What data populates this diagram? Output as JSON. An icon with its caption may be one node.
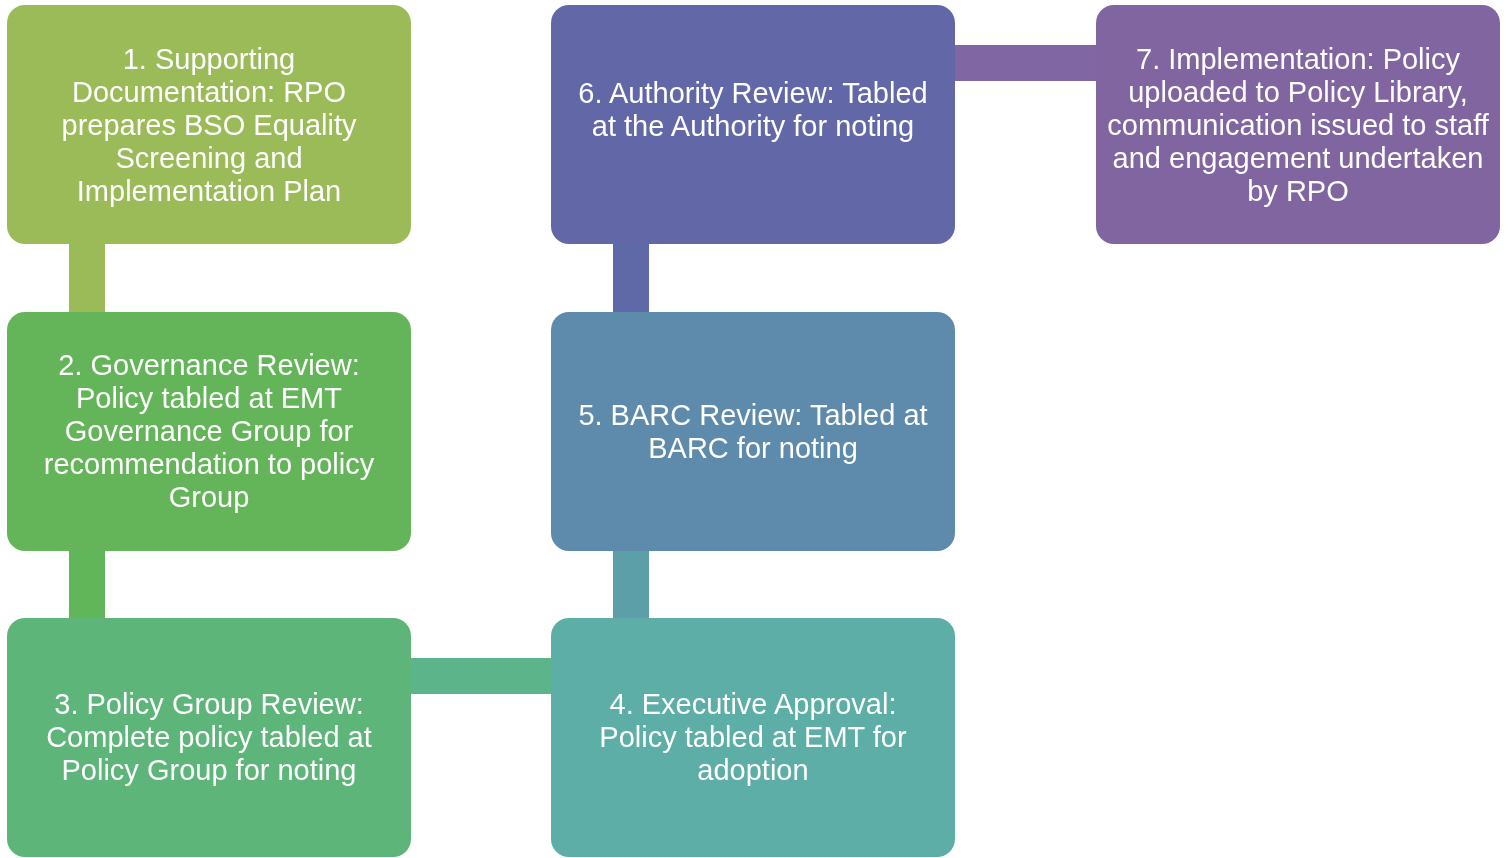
{
  "diagram": {
    "nodes": [
      {
        "text": [
          "1. Supporting Documentation: RPO prepares BSO Equality Screening and Implementation Plan"
        ]
      },
      {
        "text": [
          "2. Governance Review: Policy tabled at EMT Governance Group for recommendation to policy Group"
        ]
      },
      {
        "text": [
          "3. Policy Group Review: Complete policy tabled at Policy Group for noting"
        ]
      },
      {
        "text": [
          "4. Executive Approval: Policy tabled at EMT for adoption"
        ]
      },
      {
        "text": [
          "5. BARC Review: Tabled at BARC for noting"
        ]
      },
      {
        "text": [
          "6. Authority Review: Tabled at the Authority for noting"
        ]
      },
      {
        "text": [
          "7. Implementation: Policy uploaded to Policy Library, communication issued to staff and engagement undertaken by RPO"
        ]
      }
    ],
    "edges": [
      {
        "from": 0,
        "to": 1,
        "arrow": "none",
        "color": "#9bbb59"
      },
      {
        "from": 1,
        "to": 2,
        "arrow": "none",
        "color": "#62b65a"
      },
      {
        "from": 2,
        "to": 3,
        "arrow": "none",
        "color": "#5cb58a"
      },
      {
        "from": 3,
        "to": 4,
        "arrow": "none",
        "color": "#5d9fa9"
      },
      {
        "from": 4,
        "to": 5,
        "arrow": "none",
        "color": "#6069a8"
      },
      {
        "from": 5,
        "to": 6,
        "arrow": "none",
        "color": "#8066a3"
      }
    ]
  }
}
